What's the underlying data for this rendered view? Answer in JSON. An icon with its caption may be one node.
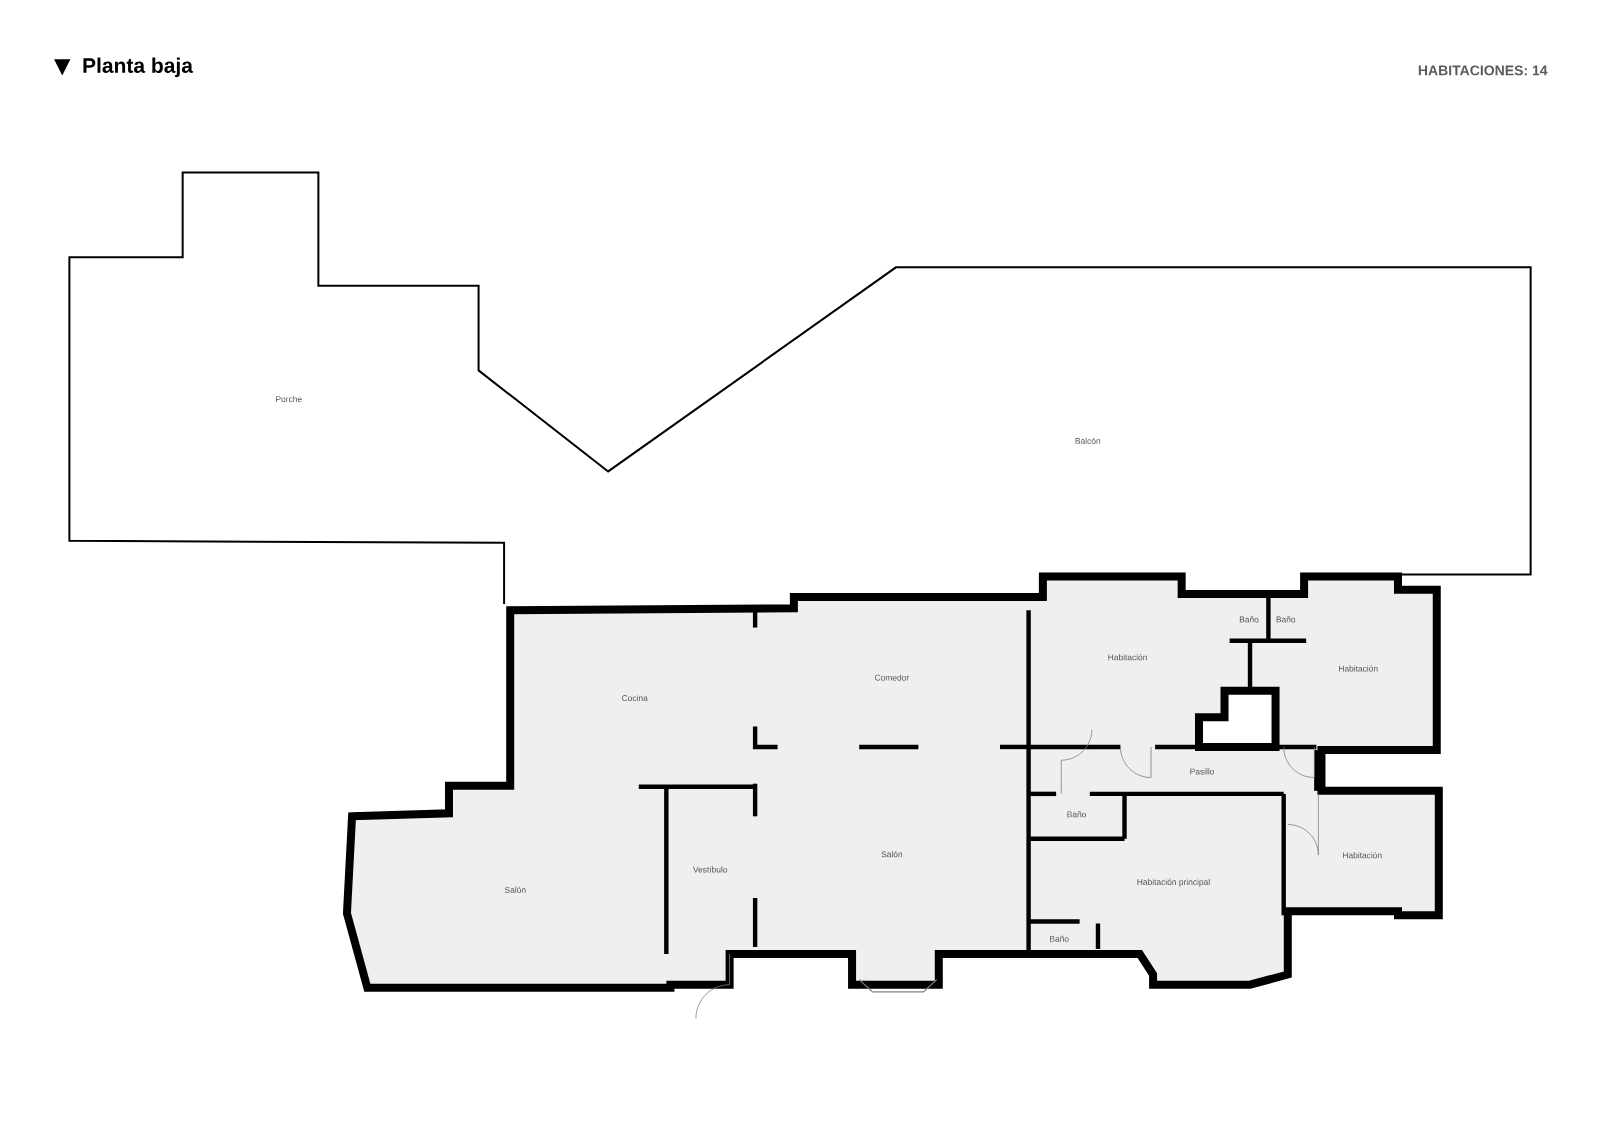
{
  "diagram": {
    "title": "Planta baja",
    "labels": [
      "HABITACIONES: 14",
      "Porche",
      "Balcón",
      "Cocina",
      "Comedor",
      "Habitación",
      "Baño",
      "Baño",
      "Habitación",
      "Pasillo",
      "Baño",
      "Vestíbulo",
      "Salón",
      "Salón",
      "Habitación principal",
      "Habitación",
      "Baño"
    ]
  }
}
